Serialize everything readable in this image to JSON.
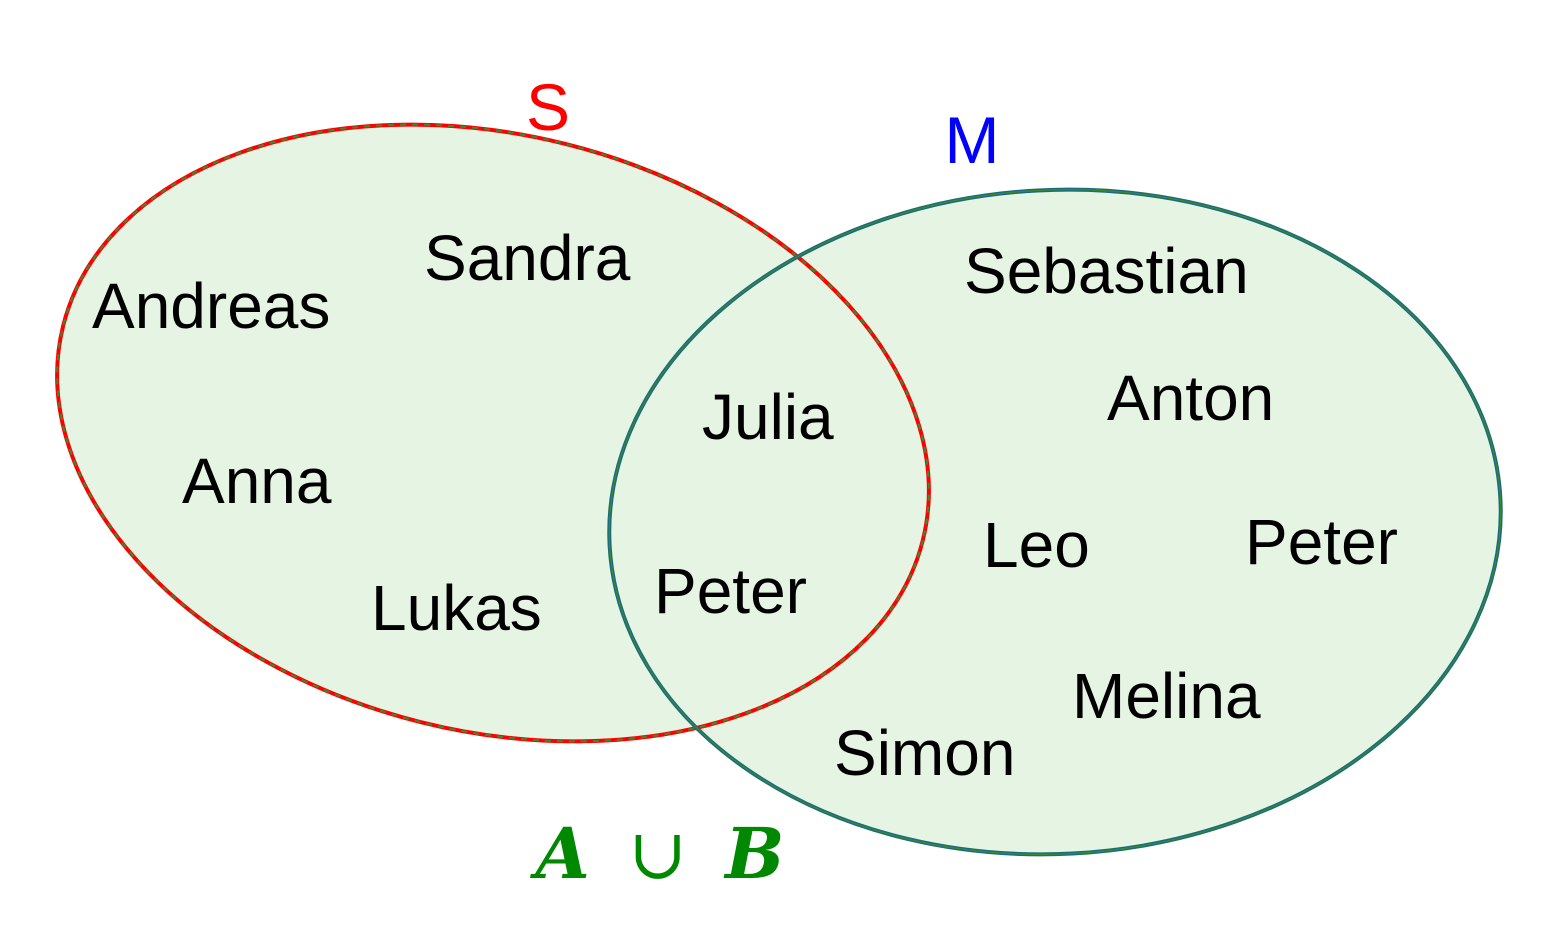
{
  "sets": {
    "s": {
      "label": "S",
      "color": "#ff0000",
      "members": [
        "Andreas",
        "Sandra",
        "Anna",
        "Lukas"
      ]
    },
    "m": {
      "label": "M",
      "color": "#0000ff",
      "members": [
        "Sebastian",
        "Anton",
        "Leo",
        "Peter",
        "Melina",
        "Simon"
      ]
    },
    "intersection": {
      "members": [
        "Julia",
        "Peter"
      ]
    }
  },
  "union": {
    "var_a": "A",
    "operator": "∪",
    "var_b": "B",
    "color": "#008800"
  },
  "colors": {
    "region_fill": "#e6f4e4",
    "s_outline": "#ff0000",
    "s_outline_inner": "#3a8a2e",
    "m_outline": "#1a6a80",
    "m_outline_inner": "#3a8a2e"
  }
}
